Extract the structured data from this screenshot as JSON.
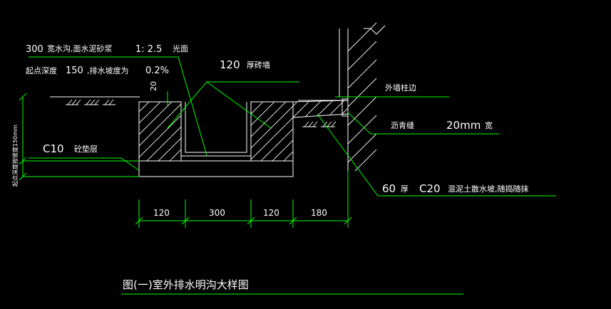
{
  "labels": {
    "top_width": "300",
    "top_width_desc": "宽水沟,面水泥砂浆",
    "mortar_ratio": "1: 2.5",
    "mortar_finish": "光面",
    "start_depth_label": "起点深度",
    "start_depth_value": "150",
    "slope_label": ",排水坡度为",
    "slope_value": "0.2%",
    "small_dim": "20",
    "wall_thickness": "120",
    "wall_desc": "厚砖墙",
    "column_edge": "外墙柱边",
    "joint_label": "沥青缝",
    "joint_width": "20mm",
    "joint_width_unit": "宽",
    "cushion_grade": "C10",
    "cushion_desc": "砼垫层",
    "slab_thickness": "60",
    "slab_thickness_unit": "厚",
    "slab_grade": "C20",
    "slab_desc": "混泥土散水坡,随捣随抹",
    "vertical_dim": "起点深度按坡度150mm",
    "title": "图(一)室外排水明沟大样图"
  },
  "dimensions": [
    "120",
    "300",
    "120",
    "180"
  ],
  "colors": {
    "background": "#000000",
    "line": "#ffffff",
    "leader": "#00ff00",
    "text": "#ffffff"
  }
}
